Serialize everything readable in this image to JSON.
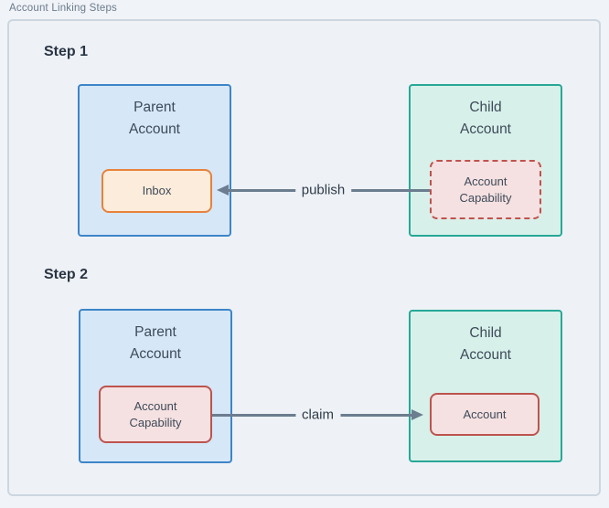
{
  "diagram": {
    "title": "Account Linking Steps",
    "colors": {
      "frame_background": "#eef2f6",
      "frame_border": "#ccd6e0",
      "parent_fill": "#d6e7f7",
      "parent_border": "#3d85c8",
      "child_fill": "#d7f1ea",
      "child_border": "#27a795",
      "inbox_fill": "#fcecdb",
      "inbox_border": "#e8823c",
      "capability_fill": "#f5e1e1",
      "capability_border": "#bd534e",
      "arrow": "#6b7d8f"
    },
    "steps": [
      {
        "label": "Step 1",
        "parent_node": {
          "title": "Parent\nAccount",
          "inner_label": "Inbox"
        },
        "child_node": {
          "title": "Child\nAccount",
          "inner_label": "Account\nCapability",
          "inner_style": "dashed"
        },
        "edge": {
          "label": "publish",
          "direction": "child-to-parent"
        }
      },
      {
        "label": "Step 2",
        "parent_node": {
          "title": "Parent\nAccount",
          "inner_label": "Account\nCapability"
        },
        "child_node": {
          "title": "Child\nAccount",
          "inner_label": "Account"
        },
        "edge": {
          "label": "claim",
          "direction": "parent-to-child"
        }
      }
    ]
  }
}
